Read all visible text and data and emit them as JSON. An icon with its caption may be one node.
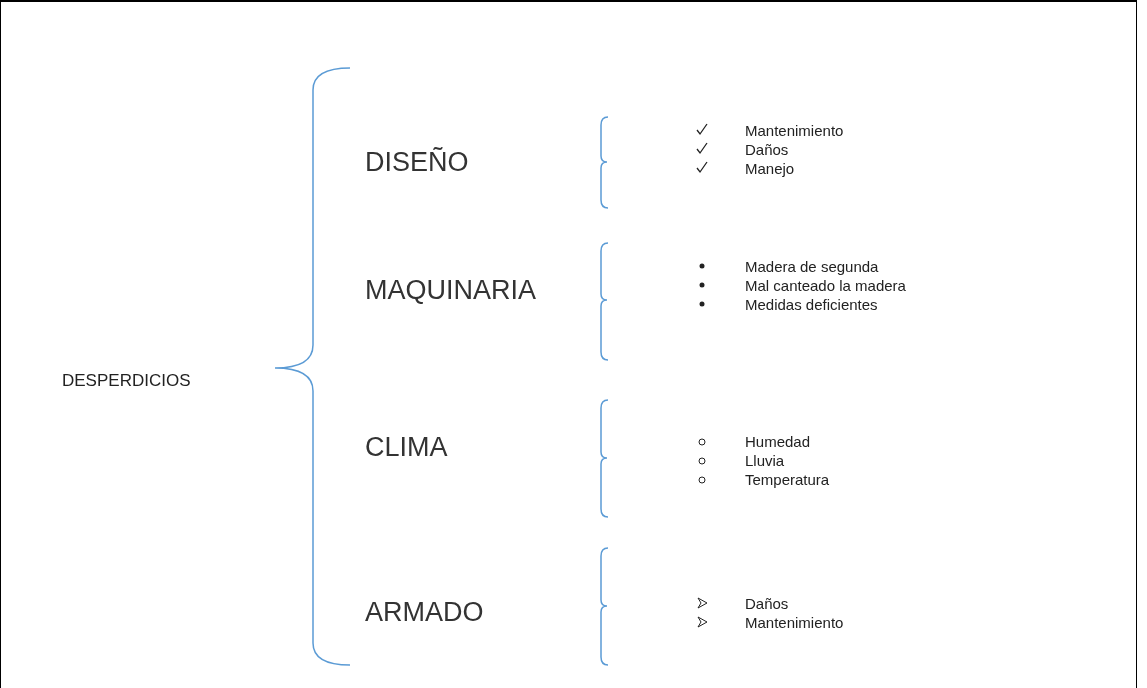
{
  "diagram": {
    "labels": [
      "DESPERDICIOS",
      "DISEÑO",
      "Mantenimiento",
      "Daños",
      "Manejo",
      "MAQUINARIA",
      "Madera de segunda",
      "Mal canteado la madera",
      "Medidas deficientes",
      "CLIMA",
      "Humedad",
      "Lluvia",
      "Temperatura",
      "ARMADO",
      "Daños",
      "Mantenimiento"
    ]
  }
}
